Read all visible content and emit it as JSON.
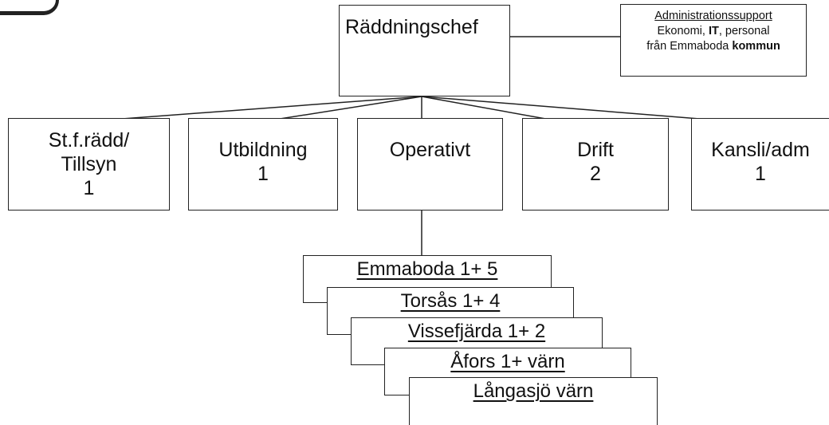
{
  "chief": {
    "label": "Räddningschef"
  },
  "support": {
    "title": "Administrationssupport",
    "line1_pre": "Ekonomi, ",
    "line1_bold": "IT",
    "line1_post": ", personal",
    "line2_pre": "från Emmaboda ",
    "line2_bold": "kommun"
  },
  "departments": [
    {
      "name": "St.f.rädd/",
      "name2": "Tillsyn",
      "count": "1"
    },
    {
      "name": "Utbildning",
      "count": "1"
    },
    {
      "name": "Operativt",
      "count": ""
    },
    {
      "name": "Drift",
      "count": "2"
    },
    {
      "name": "Kansli/adm",
      "count": "1"
    }
  ],
  "stations": [
    {
      "label": "Emmaboda 1+ 5"
    },
    {
      "label": "Torsås 1+ 4"
    },
    {
      "label": "Vissefjärda 1+ 2"
    },
    {
      "label": "Åfors 1+ värn"
    },
    {
      "label": "Långasjö värn"
    }
  ]
}
